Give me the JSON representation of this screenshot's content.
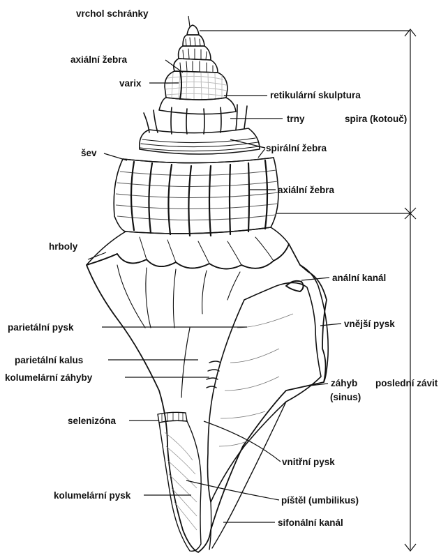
{
  "labels": {
    "apex": "vrchol schránky",
    "axial_ribs_top": "axiální žebra",
    "varix": "varix",
    "reticulate": "retikulární skulptura",
    "spines": "trny",
    "spire": "spira (kotouč)",
    "spiral_ribs": "spirální žebra",
    "suture": "šev",
    "axial_ribs_mid": "axiální žebra",
    "knobs": "hrboly",
    "anal_canal": "anální kanál",
    "parietal_lip": "parietální pysk",
    "outer_lip": "vnější pysk",
    "parietal_callus": "parietální kalus",
    "columellar_folds": "kolumelární záhyby",
    "sinus_1": "záhyb",
    "sinus_2": "(sinus)",
    "body_whorl": "poslední závit",
    "selenizone": "selenizóna",
    "inner_lip": "vnitřní pysk",
    "columellar_lip": "kolumelární pysk",
    "umbilicus": "píštěl (umbilikus)",
    "siphonal_canal": "sifonální kanál"
  }
}
